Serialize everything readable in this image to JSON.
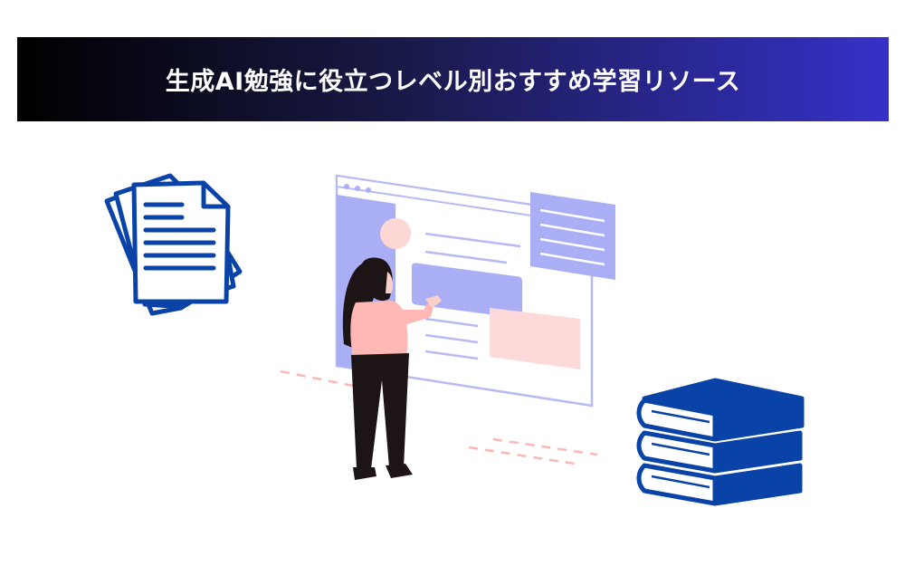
{
  "banner": {
    "title": "生成AI勉強に役立つレベル別おすすめ学習リソース"
  },
  "icons": {
    "documents": "document-stack-icon",
    "books": "book-stack-icon",
    "browser": "browser-window-illustration",
    "person": "woman-pointing-illustration"
  },
  "colors": {
    "banner_start": "#000000",
    "banner_end": "#3631c9",
    "accent_blue": "#0a43a8",
    "lavender": "#a9aef5",
    "pink": "#fdd9d9",
    "skin": "#fbd0cb",
    "hair": "#1d1416"
  }
}
